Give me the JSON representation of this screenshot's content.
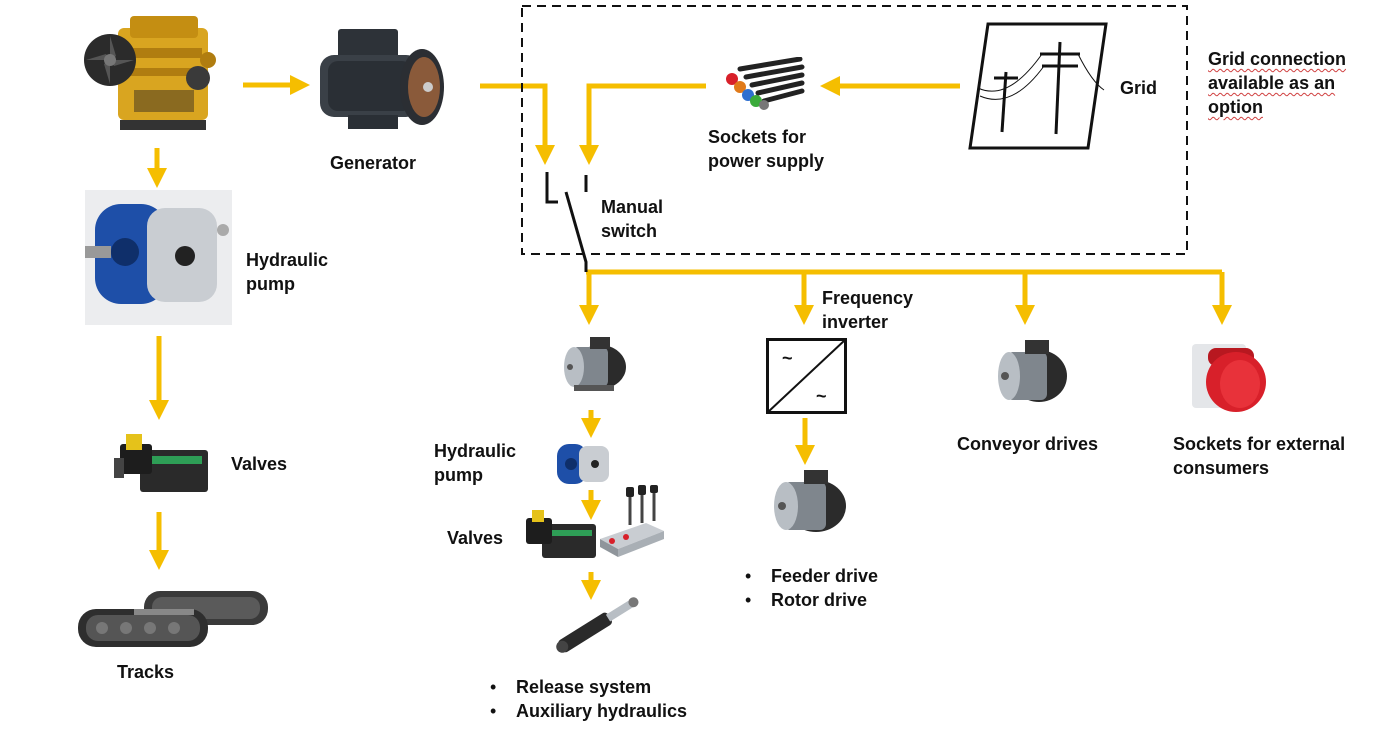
{
  "labels": {
    "generator": "Generator",
    "hydraulic_pump_left_1": "Hydraulic",
    "hydraulic_pump_left_2": "pump",
    "valves_left": "Valves",
    "tracks": "Tracks",
    "sockets_power_1": "Sockets for",
    "sockets_power_2": "power supply",
    "grid": "Grid",
    "grid_option_1": "Grid connection",
    "grid_option_2": "available as an",
    "grid_option_3": "option",
    "manual_switch_1": "Manual",
    "manual_switch_2": "switch",
    "freq_inverter_1": "Frequency",
    "freq_inverter_2": "inverter",
    "hydraulic_pump_mid_1": "Hydraulic",
    "hydraulic_pump_mid_2": "pump",
    "valves_mid": "Valves",
    "release_system": "Release system",
    "aux_hydraulics": "Auxiliary hydraulics",
    "feeder_drive": "Feeder drive",
    "rotor_drive": "Rotor drive",
    "conveyor_drives": "Conveyor drives",
    "sockets_external_1": "Sockets for external",
    "sockets_external_2": "consumers",
    "bullet": "•"
  },
  "colors": {
    "arrow": "#F5BE00",
    "line": "#111111",
    "engine": "#D9A520",
    "pump_blue": "#1E4FA8",
    "motor_gray": "#9AA0A6",
    "socket_red": "#D8202A"
  },
  "icons": {
    "engine": "diesel-engine-icon",
    "generator": "generator-icon",
    "hydraulic_pump": "hydraulic-pump-icon",
    "valve": "solenoid-valve-icon",
    "tracks": "crawler-tracks-icon",
    "power_sockets": "power-plug-icon",
    "grid": "power-pole-icon",
    "switch": "switch-symbol-icon",
    "motor": "electric-motor-icon",
    "inverter": "frequency-inverter-icon",
    "control_valve": "control-valve-block-icon",
    "cylinder": "hydraulic-cylinder-icon",
    "external_socket": "industrial-socket-icon"
  }
}
